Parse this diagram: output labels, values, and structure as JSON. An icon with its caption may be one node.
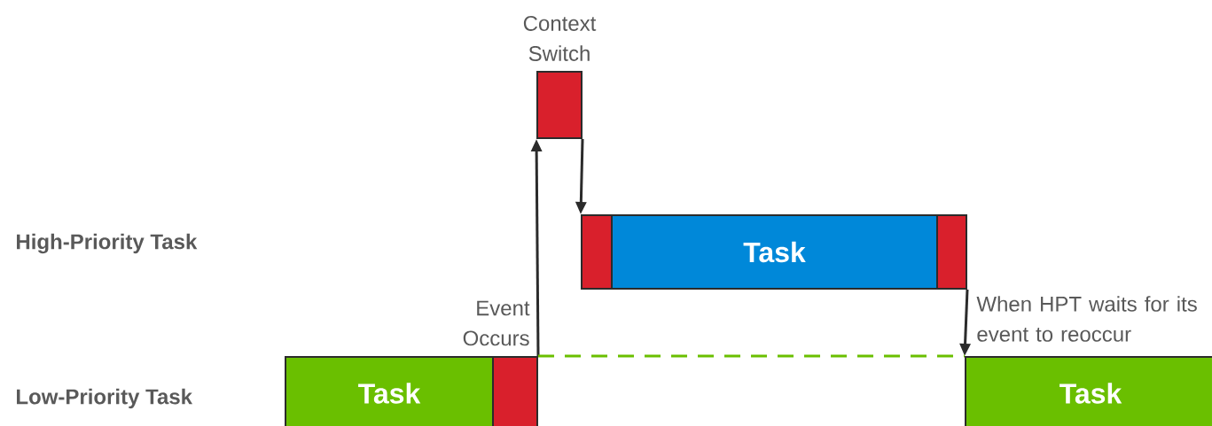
{
  "diagram": {
    "nodes": [
      {
        "text": [
          "Task"
        ]
      },
      {
        "text": [],
        "shape": "box"
      },
      {
        "text": [
          "Context Switch"
        ]
      },
      {
        "text": [],
        "shape": "box"
      },
      {
        "text": [
          "Task"
        ]
      },
      {
        "text": [],
        "shape": "box"
      },
      {
        "text": [
          "Task"
        ]
      }
    ],
    "edges": [
      {
        "from": 1,
        "to": 2,
        "arrow": "to",
        "label": "Event Occurs"
      },
      {
        "from": 2,
        "to": 3,
        "arrow": "to"
      },
      {
        "from": 5,
        "to": 6,
        "arrow": "to",
        "label": "When HPT waits for its event to reoccur"
      },
      {
        "from": 1,
        "to": 6,
        "arrow": "none",
        "style": "dashed",
        "color": "#6abf00"
      }
    ],
    "labels": [
      "High-Priority Task",
      "Low-Priority Task"
    ]
  }
}
